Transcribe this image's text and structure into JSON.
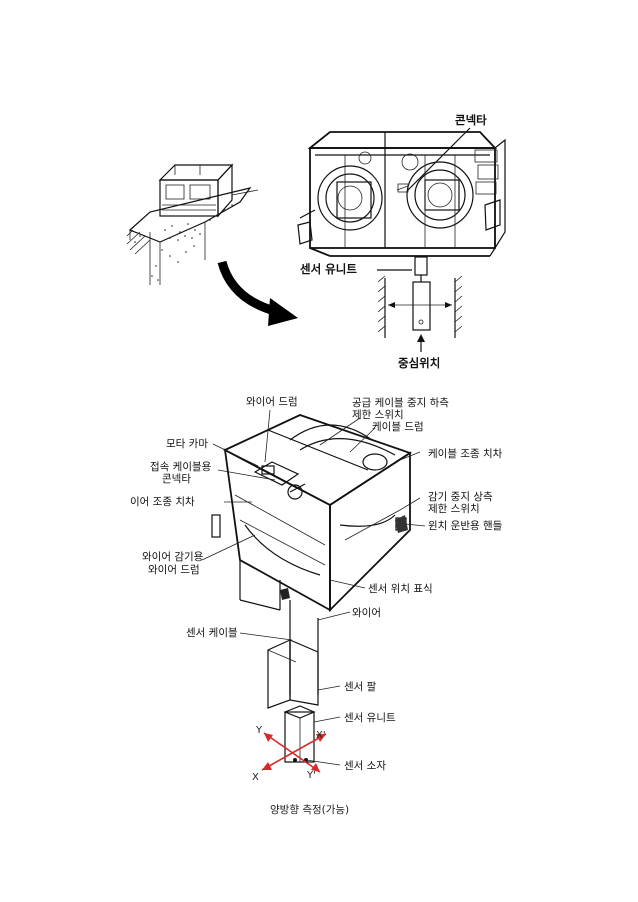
{
  "top_diagram": {
    "connector_label": "콘넥타",
    "sensor_unit_label": "센서 유니트",
    "center_label": "중심위치"
  },
  "bottom_diagram": {
    "labels": {
      "wire_drum": "와이어 드럼",
      "supply_cable_limit": [
        "공급 케이블 중지 하측",
        "제한 스위치"
      ],
      "cable_drum": "케이블 드럼",
      "motor_cover": "모타 카마",
      "cable_adjust_position": "케이블 조종 치차",
      "connect_cable_connector": [
        "접속 케이블용",
        "콘넥타"
      ],
      "ear_adjust_position": "이어 조종 치차",
      "winding_stop_limit": [
        "감기 중지 상측",
        "제한 스위치"
      ],
      "winch_carry_handle": "윈치 운반용 핸들",
      "wire_winding_drum": [
        "와이어 감기용",
        "와이어 드럼"
      ],
      "sensor_position_mark": "센서 위치 표식",
      "wire": "와이어",
      "sensor_cable": "센서 케이블",
      "sensor_arm": "센서 팔",
      "sensor_unit": "센서 유니트",
      "sensor_element": "센서 소자"
    },
    "axes": {
      "y": "Y",
      "x_prime": "X'",
      "x": "X",
      "y_prime": "Y'"
    },
    "axis_color": "#d42a2a"
  },
  "caption": "양방향 측정(가능)"
}
